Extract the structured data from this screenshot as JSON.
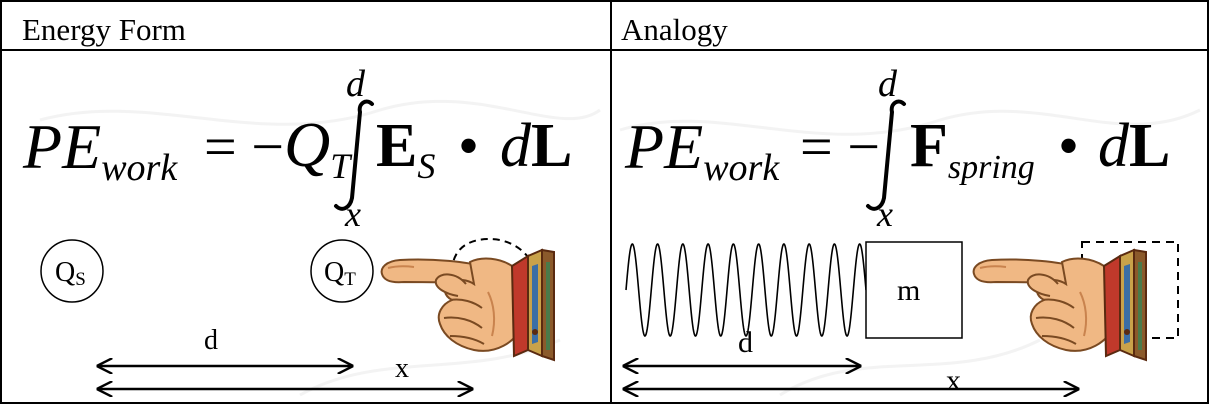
{
  "table": {
    "left_header": "Energy Form",
    "right_header": "Analogy"
  },
  "left_equation": {
    "pe": "PE",
    "sub": "work",
    "equals_minus": "= −",
    "q": "Q",
    "q_sub": "T",
    "upper_limit": "d",
    "lower_limit": "x",
    "field": "E",
    "field_sub": "S",
    "dot": "•",
    "dl_d": "d",
    "dl_L": "L"
  },
  "right_equation": {
    "pe": "PE",
    "sub": "work",
    "equals_minus": "= −",
    "upper_limit": "d",
    "lower_limit": "x",
    "force": "F",
    "force_sub": "spring",
    "dot": "•",
    "dl_d": "d",
    "dl_L": "L"
  },
  "left_diagram": {
    "source_charge": "Q",
    "source_sub": "S",
    "test_charge": "Q",
    "test_sub": "T",
    "d_label": "d",
    "x_label": "x"
  },
  "right_diagram": {
    "mass_label": "m",
    "d_label": "d",
    "x_label": "x"
  },
  "colors": {
    "line": "#000000",
    "background": "#ffffff",
    "watermark": "#e8e8e8",
    "skin": "#f0b884",
    "skin_shadow": "#c9834e",
    "cuff_red": "#c0392b",
    "cuff_brown": "#8b5a2b",
    "cuff_gold": "#c9a24a",
    "cuff_green": "#4a7a4a",
    "cuff_blue": "#3b6ea5"
  }
}
